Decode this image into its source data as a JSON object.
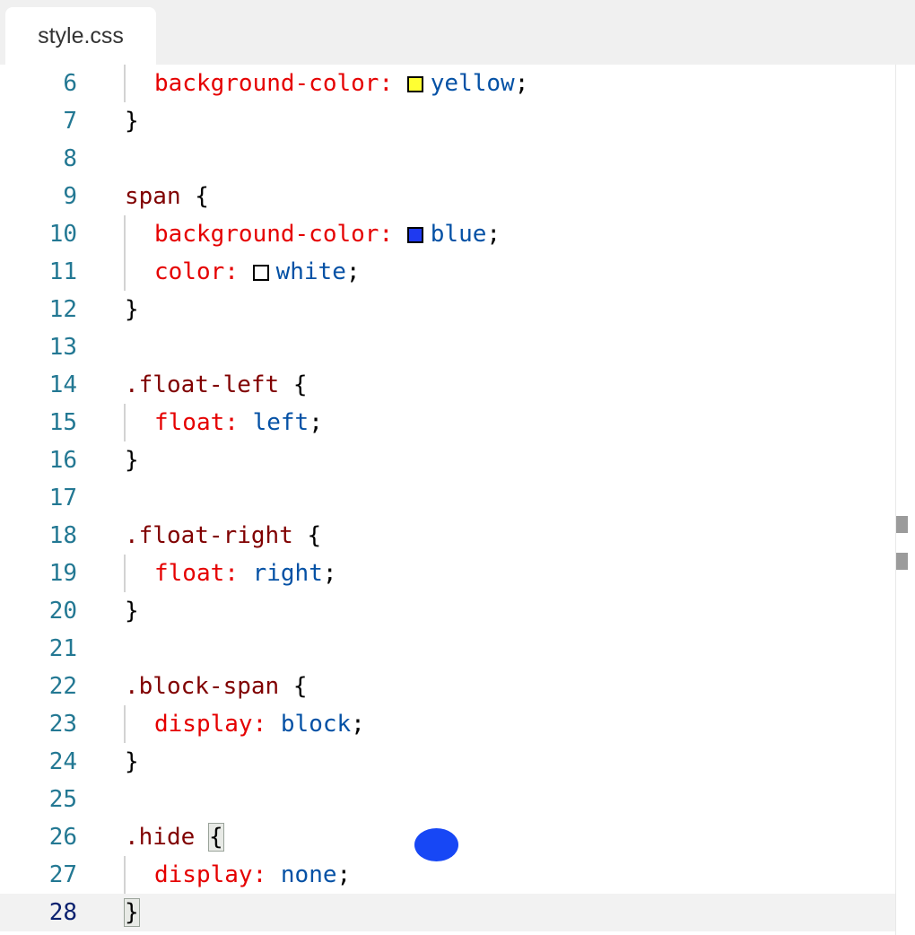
{
  "tab": {
    "label": "style.css"
  },
  "editor": {
    "current_line": "28",
    "lines": [
      {
        "num": "6",
        "tokens": {
          "prop": "background-color",
          "colon": ":",
          "swatch_color": "#ffff33",
          "val": "yellow",
          "semi": ";"
        }
      },
      {
        "num": "7",
        "tokens": {
          "brace": "}"
        }
      },
      {
        "num": "8"
      },
      {
        "num": "9",
        "tokens": {
          "sel": "span",
          "brace": "{"
        }
      },
      {
        "num": "10",
        "tokens": {
          "prop": "background-color",
          "colon": ":",
          "swatch_color": "#1f3af0",
          "val": "blue",
          "semi": ";"
        }
      },
      {
        "num": "11",
        "tokens": {
          "prop": "color",
          "colon": ":",
          "swatch_color": "#ffffff",
          "val": "white",
          "semi": ";"
        }
      },
      {
        "num": "12",
        "tokens": {
          "brace": "}"
        }
      },
      {
        "num": "13"
      },
      {
        "num": "14",
        "tokens": {
          "sel": ".float-left",
          "brace": "{"
        }
      },
      {
        "num": "15",
        "tokens": {
          "prop": "float",
          "colon": ":",
          "val": "left",
          "semi": ";"
        }
      },
      {
        "num": "16",
        "tokens": {
          "brace": "}"
        }
      },
      {
        "num": "17"
      },
      {
        "num": "18",
        "tokens": {
          "sel": ".float-right",
          "brace": "{"
        }
      },
      {
        "num": "19",
        "tokens": {
          "prop": "float",
          "colon": ":",
          "val": "right",
          "semi": ";"
        }
      },
      {
        "num": "20",
        "tokens": {
          "brace": "}"
        }
      },
      {
        "num": "21"
      },
      {
        "num": "22",
        "tokens": {
          "sel": ".block-span",
          "brace": "{"
        }
      },
      {
        "num": "23",
        "tokens": {
          "prop": "display",
          "colon": ":",
          "val": "block",
          "semi": ";"
        }
      },
      {
        "num": "24",
        "tokens": {
          "brace": "}"
        }
      },
      {
        "num": "25"
      },
      {
        "num": "26",
        "tokens": {
          "sel": ".hide",
          "brace": "{"
        }
      },
      {
        "num": "27",
        "tokens": {
          "prop": "display",
          "colon": ":",
          "val": "none",
          "semi": ";"
        }
      },
      {
        "num": "28",
        "tokens": {
          "brace": "}"
        }
      }
    ]
  },
  "colors": {
    "selector": "#800000",
    "property": "#e50000",
    "value": "#0451a5",
    "line_number": "#237893",
    "cursor_dot": "#1747f5"
  }
}
